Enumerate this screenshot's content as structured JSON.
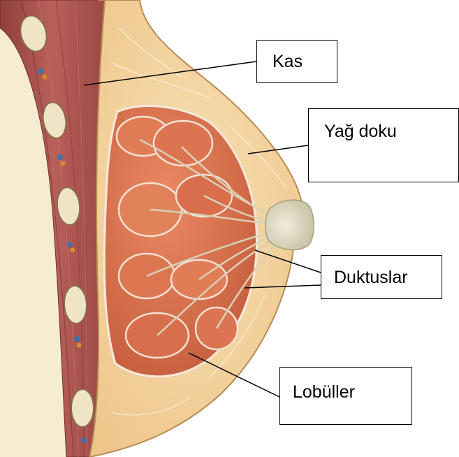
{
  "labels": {
    "kas": "Kas",
    "yag_doku": "Yağ doku",
    "duktuslar": "Duktuslar",
    "lobuller": "Lobüller"
  },
  "colors": {
    "muscle": "#a5524f",
    "fat": "#f3d5a1",
    "lobule": "#d9724f",
    "duct": "#d8d2b8",
    "rib_bone": "#efe4c6",
    "outline": "#7a5a3c",
    "leader_line": "#000000"
  }
}
